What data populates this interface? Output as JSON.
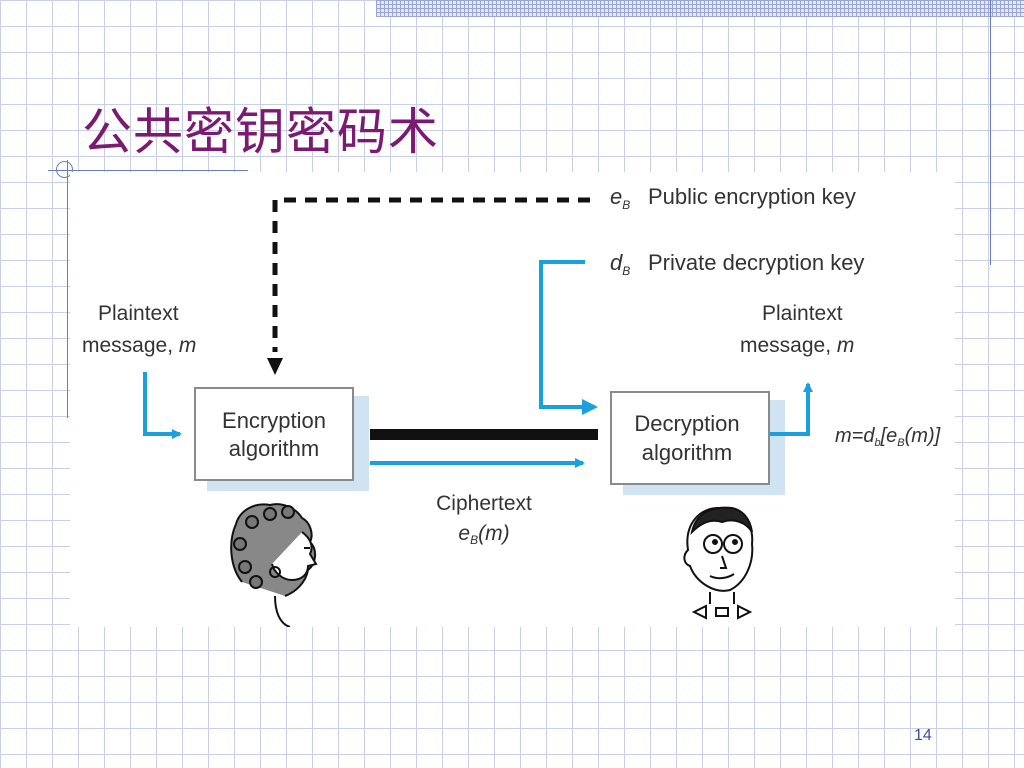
{
  "slide": {
    "title": "公共密钥密码术",
    "page_number": "14"
  },
  "diagram": {
    "public_key": {
      "symbol": "e",
      "subscript": "B",
      "label": "Public encryption key"
    },
    "private_key": {
      "symbol": "d",
      "subscript": "B",
      "label": "Private decryption key"
    },
    "plaintext_in": {
      "line1": "Plaintext",
      "line2_text": "message, ",
      "line2_var": "m"
    },
    "plaintext_out": {
      "line1": "Plaintext",
      "line2_text": "message, ",
      "line2_var": "m"
    },
    "encryption_box": {
      "line1": "Encryption",
      "line2": "algorithm"
    },
    "decryption_box": {
      "line1": "Decryption",
      "line2": "algorithm"
    },
    "ciphertext": {
      "line1": "Ciphertext",
      "func": "e",
      "func_sub": "B",
      "arg": "(m)"
    },
    "formula": "m=dB(eB(m))",
    "colors": {
      "arrow": "#1aa0de",
      "box_shadow": "#cfe3f2",
      "box_border": "#8a8a8a",
      "text": "#333333"
    }
  }
}
